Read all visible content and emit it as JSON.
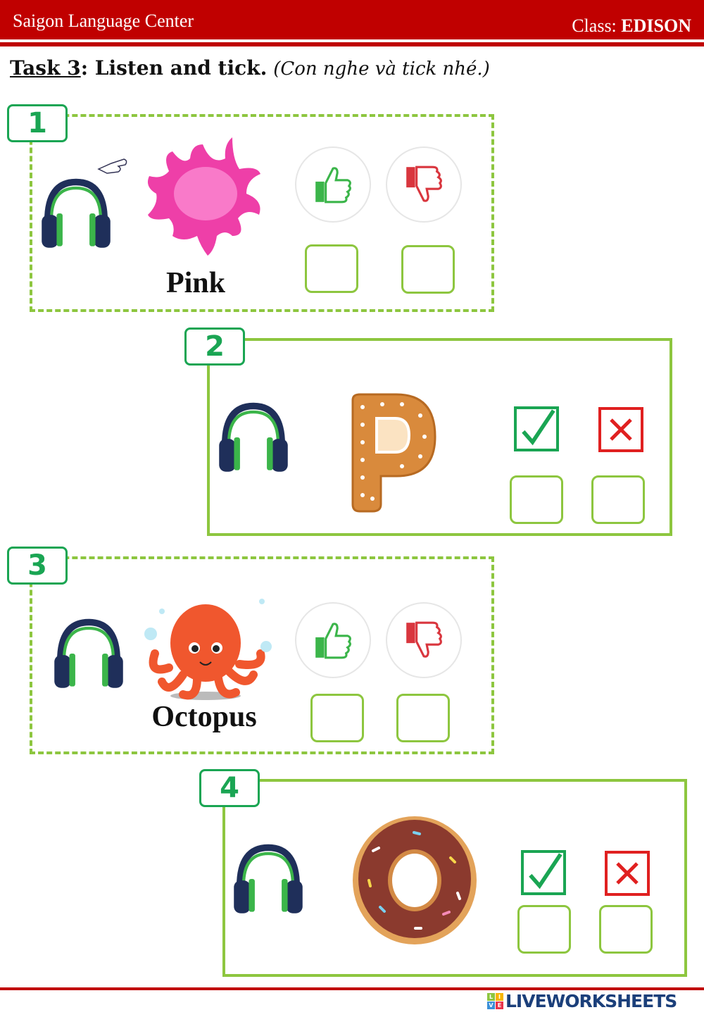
{
  "header": {
    "center_name": "Saigon Language Center",
    "class_label": "Class:",
    "class_name": "EDISON"
  },
  "task": {
    "number_label": "Task 3",
    "title": ": Listen and tick.",
    "subtitle": "(Con nghe và tick nhé.)"
  },
  "items": [
    {
      "number": "1",
      "word": "Pink",
      "image": "pink-paint-splash",
      "choice_type": "thumbs"
    },
    {
      "number": "2",
      "word": "",
      "image": "letter-p-cookie",
      "choice_type": "check-cross"
    },
    {
      "number": "3",
      "word": "Octopus",
      "image": "octopus",
      "choice_type": "thumbs"
    },
    {
      "number": "4",
      "word": "",
      "image": "donut-letter-o",
      "choice_type": "check-cross"
    }
  ],
  "footer": {
    "logo_text": "LIVEWORKSHEETS",
    "logo_letters": [
      "L",
      "I",
      "V",
      "E"
    ]
  },
  "colors": {
    "red": "#c00000",
    "green": "#1aa553",
    "light_green": "#8dc63f"
  }
}
